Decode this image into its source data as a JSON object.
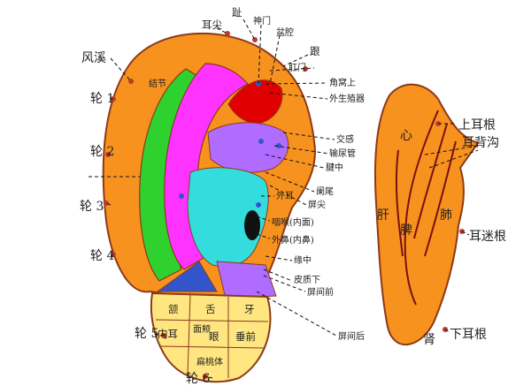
{
  "colors": {
    "helix": "#f7921e",
    "outline": "#8b3a1a",
    "green": "#2fd12f",
    "magenta": "#ff33ff",
    "red": "#e00000",
    "purple": "#b06cff",
    "cyan": "#33dddd",
    "yellow": "#ffe680",
    "blue": "#3355cc",
    "dot": "#c0392b",
    "line": "#111111"
  },
  "labels": {
    "helix_left": [
      "风溪",
      "轮 1",
      "轮 2",
      "轮 3",
      "轮 4",
      "轮 5",
      "轮 6"
    ],
    "top": [
      "耳尖",
      "趾",
      "神门",
      "盆腔",
      "跟"
    ],
    "right": [
      "肛门",
      "角窝上",
      "外生殖器",
      "交感",
      "输尿管",
      "腱中",
      "阑尾",
      "屏尖",
      "外耳",
      "咽喉(内面)",
      "外鼻(内鼻)",
      "缘中",
      "皮质下",
      "屏间前",
      "屏间后"
    ],
    "lobe": [
      "颔",
      "舌",
      "牙",
      "内耳",
      "面颊",
      "眼",
      "垂前",
      "扁桃体"
    ],
    "inner": [
      "结节"
    ],
    "back": [
      "上耳根",
      "耳背沟",
      "心",
      "肝",
      "肺",
      "脾",
      "耳迷根",
      "下耳根",
      "肾"
    ]
  }
}
